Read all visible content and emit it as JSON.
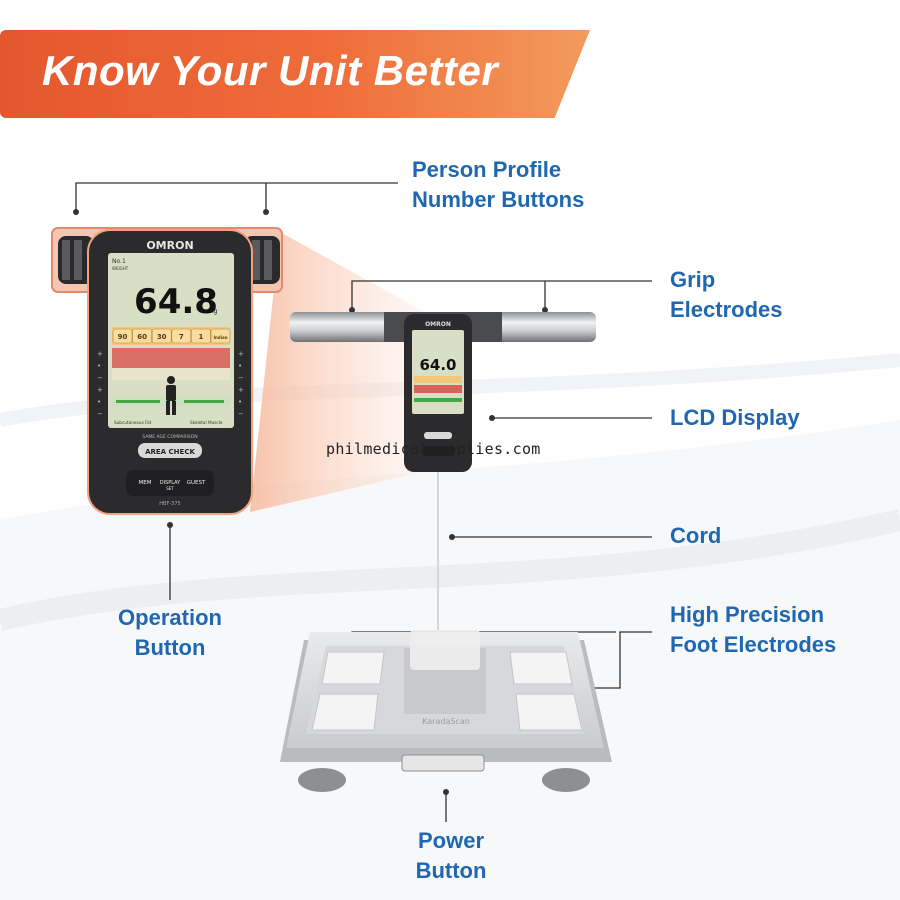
{
  "banner": {
    "title": "Know Your Unit Better"
  },
  "labels": {
    "profile_line1": "Person Profile",
    "profile_line2": "Number Buttons",
    "grip_line1": "Grip",
    "grip_line2": "Electrodes",
    "lcd": "LCD Display",
    "cord": "Cord",
    "foot_line1": "High Precision",
    "foot_line2": "Foot Electrodes",
    "operation_line1": "Operation",
    "operation_line2": "Button",
    "power_line1": "Power",
    "power_line2": "Button"
  },
  "watermark": "philmedicalsupplies.com",
  "device": {
    "brand": "OMRON",
    "weight_reading": "64.8",
    "weight_unit": "kg",
    "small_reading": "64.0",
    "profile_no": "No.1",
    "weight_caption": "WEIGHT",
    "age_values": [
      "90",
      "60",
      "30",
      "7",
      "1",
      "Indian"
    ],
    "fat_label": "Subcutaneous Fat",
    "muscle_label": "Skeletal Muscle",
    "comparison_label": "SAME AGE COMPARISON",
    "area_check": "AREA CHECK",
    "mem_button": "MEM",
    "display_button": "DISPLAY",
    "display_sub": "SET",
    "guest_button": "GUEST",
    "model": "HBF-375",
    "scale_brand": "KaradaScan"
  },
  "colors": {
    "accent_blue": "#1f67b0",
    "banner_orange": "#e4572e",
    "lcd_green": "#d8dfc4"
  }
}
